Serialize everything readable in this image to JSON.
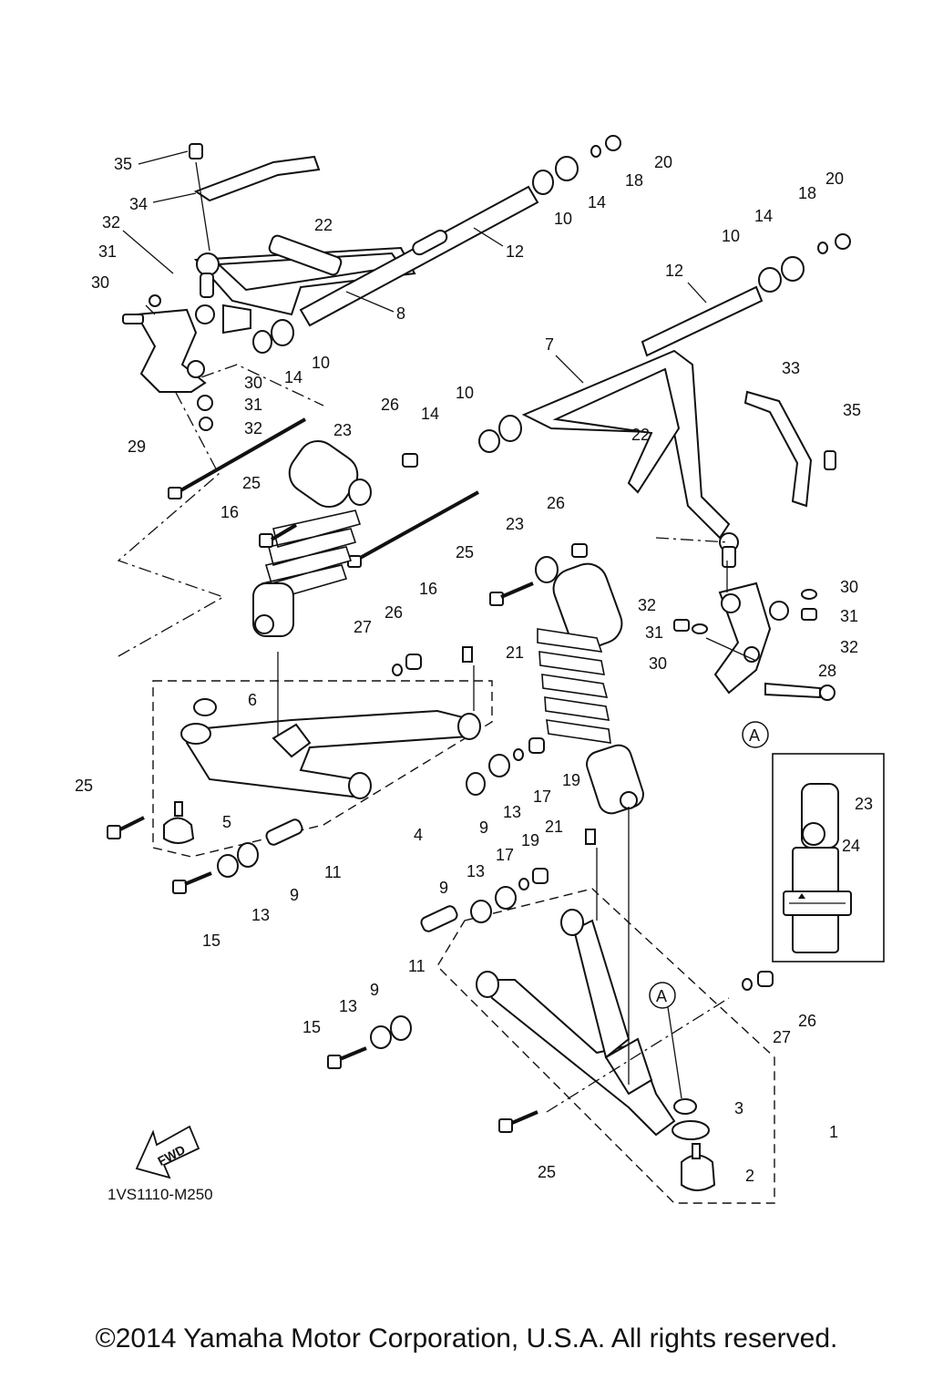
{
  "diagram": {
    "code": "1VS1110-M250",
    "fwd_label": "FWD",
    "ref_marker": "A",
    "callouts": [
      "1",
      "2",
      "3",
      "4",
      "5",
      "6",
      "7",
      "8",
      "9",
      "10",
      "11",
      "12",
      "13",
      "14",
      "15",
      "16",
      "17",
      "18",
      "19",
      "20",
      "21",
      "22",
      "23",
      "24",
      "25",
      "26",
      "27",
      "28",
      "29",
      "30",
      "31",
      "32",
      "33",
      "34",
      "35"
    ]
  },
  "footer": {
    "copyright": "©2014 Yamaha Motor Corporation, U.S.A. All rights reserved."
  }
}
